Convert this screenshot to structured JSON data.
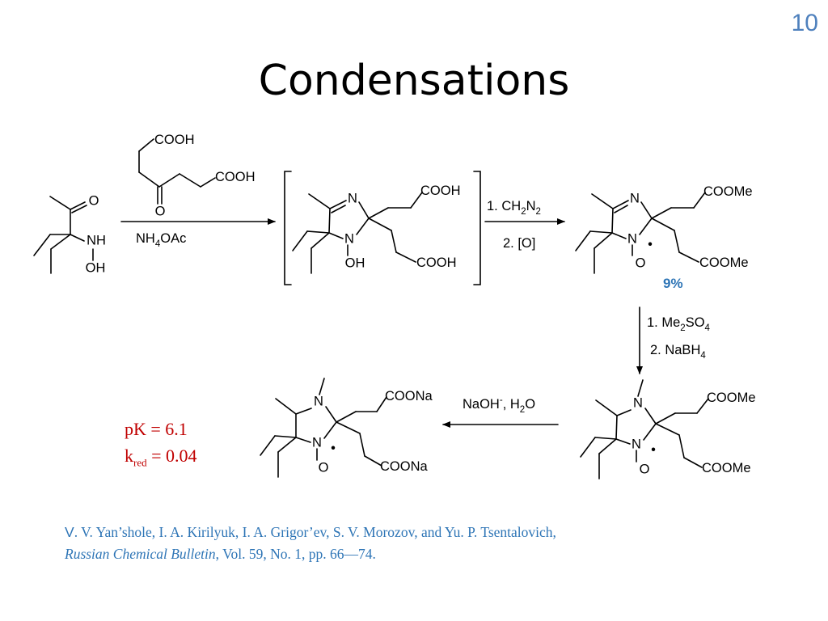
{
  "slide": {
    "number": "10",
    "title": "Condensations"
  },
  "labels": {
    "COOH": "COOH",
    "COOMe": "COOMe",
    "COONa": "COONa",
    "O": "O",
    "N": "N",
    "NH": "NH",
    "OH": "OH",
    "radical_dot": "•"
  },
  "reagents": {
    "condensation": {
      "main": "NH",
      "sub": "4",
      "tail": "OAc"
    },
    "step1_line1": {
      "main": "1. CH",
      "sub1": "2",
      "mid": "N",
      "sub2": "2"
    },
    "step1_line2": "2. [O]",
    "step2_line1": {
      "main": "1. Me",
      "sub1": "2",
      "mid": "SO",
      "sub2": "4"
    },
    "step2_line2": {
      "main": "2. NaBH",
      "sub": "4"
    },
    "step3": {
      "main": "NaOH",
      "sup": "-",
      "mid": ", H",
      "sub": "2",
      "tail": "O"
    }
  },
  "yield": {
    "value": "9%",
    "color": "#2e75b6"
  },
  "properties": {
    "pk": "pK = 6.1",
    "k_base": "k",
    "k_sub": "red",
    "k_value": " = 0.04",
    "color": "#c00000"
  },
  "reference": {
    "first_letter": "V",
    "authors": ". V. Yan’shole, I. A. Kirilyuk, I. A. Grigor’ev, S. V. Morozov, and Yu. P. Tsentalovich,",
    "journal": "Russian Chemical Bulletin",
    "details": ", Vol. 59, No. 1, pp. 66—74.",
    "color": "#2e75b6"
  }
}
